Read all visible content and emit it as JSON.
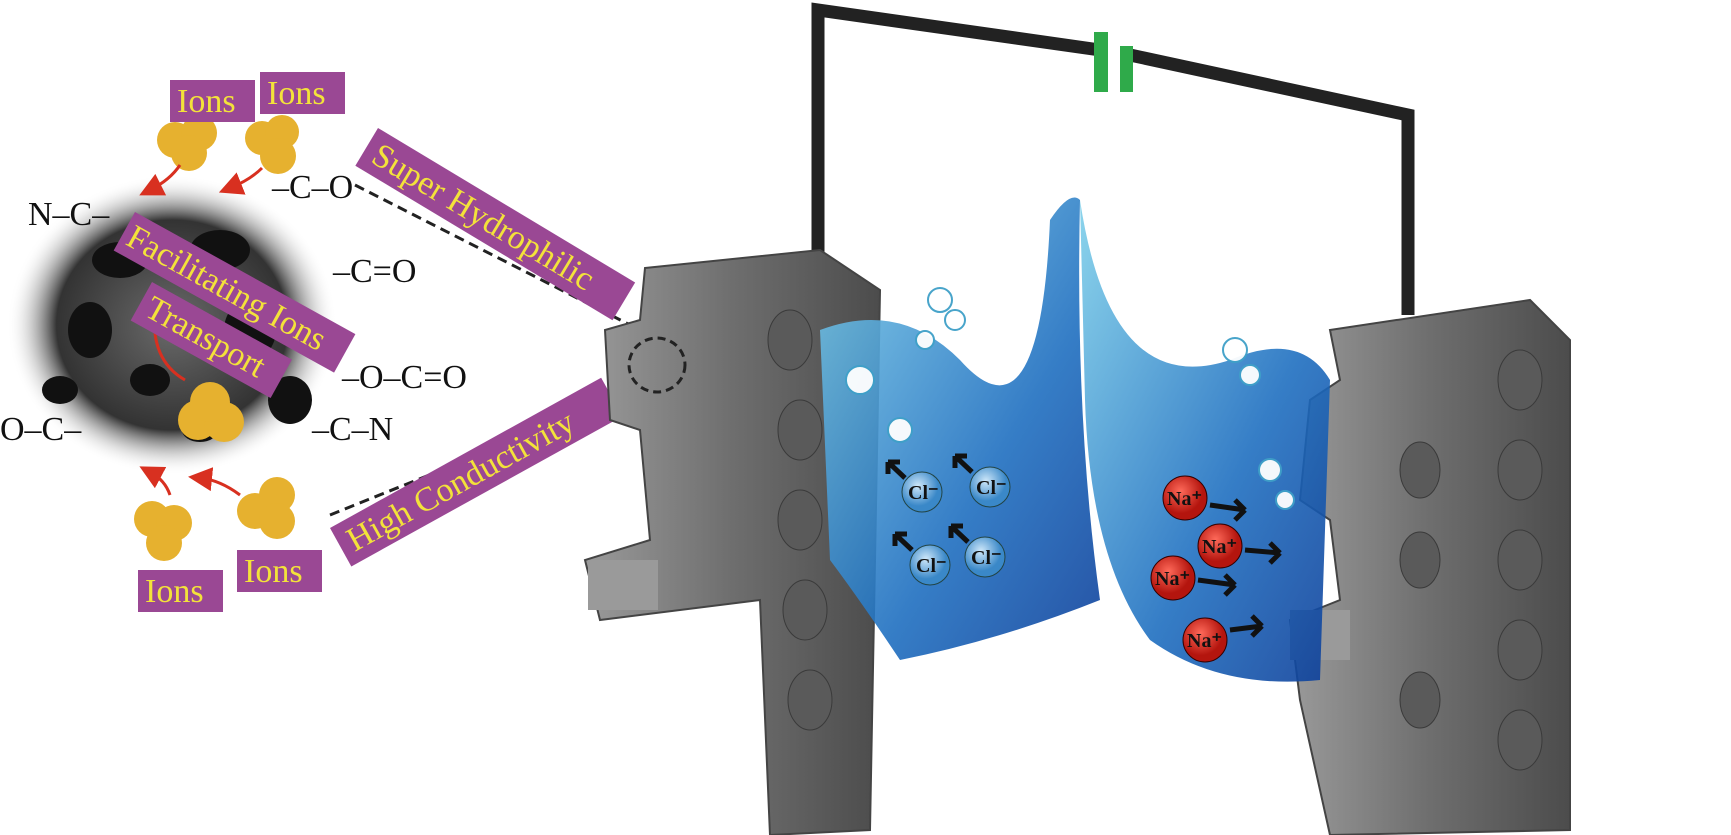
{
  "labels": {
    "ions_top_left": "Ions",
    "ions_top_right": "Ions",
    "ions_bottom_left": "Ions",
    "ions_bottom_right": "Ions",
    "facilitating": "Facilitating Ions",
    "transport": "Transport",
    "super_hydrophilic": "Super Hydrophilic",
    "high_conductivity": "High Conductivity"
  },
  "groups": {
    "nc": "N–C–",
    "co": "–C–O",
    "c_double_o": "–C=O",
    "oco": "–O–C=O",
    "oc": "O–C–",
    "cn": "–C–N"
  },
  "anions": [
    "Cl⁻",
    "Cl⁻",
    "Cl⁻",
    "Cl⁻"
  ],
  "cations": [
    "Na⁺",
    "Na⁺",
    "Na⁺",
    "Na⁺"
  ],
  "colors": {
    "label_bg": "#9a4894",
    "label_text": "#f3e23a",
    "ion_cluster": "#e6b12f",
    "wire": "#222222",
    "battery": "#2faa4a",
    "electrode": "#7a7a7a",
    "water": "#1f7fc4",
    "anion": "#5aa3d8",
    "cation": "#d42a20"
  }
}
